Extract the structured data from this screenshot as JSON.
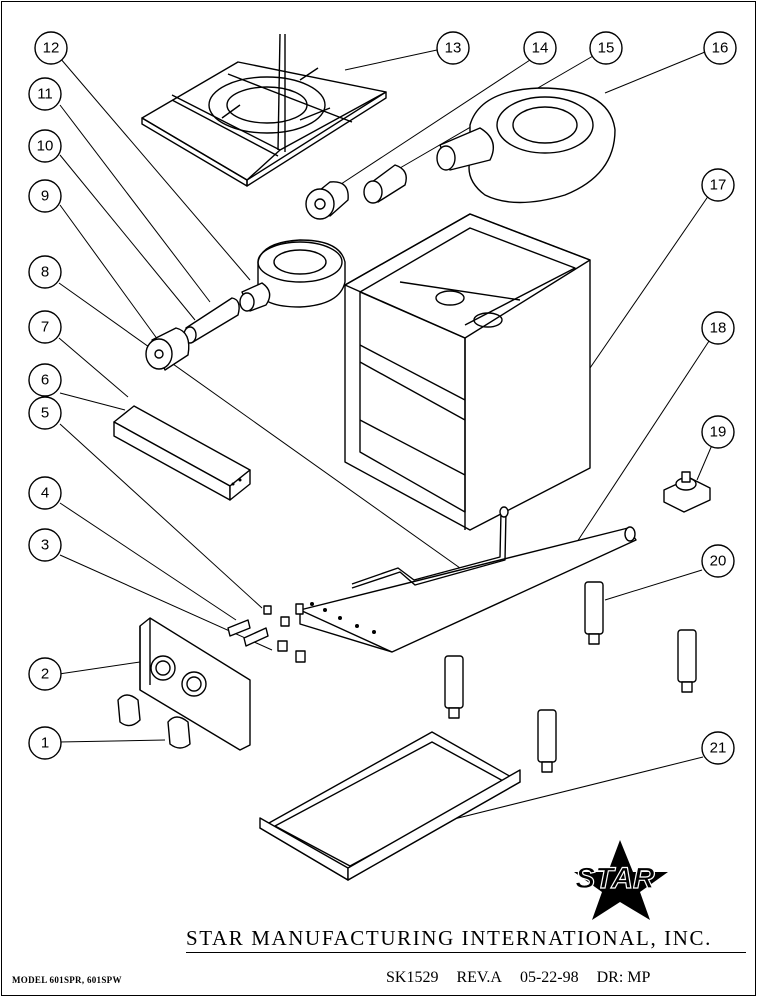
{
  "title_block": {
    "company": "STAR MANUFACTURING INTERNATIONAL, INC.",
    "model": "MODEL 601SPR, 601SPW",
    "drawing_number": "SK1529",
    "revision": "REV.A",
    "date": "05-22-98",
    "drawn_by": "DR: MP"
  },
  "logo": {
    "text": "STAR"
  },
  "callouts": [
    "1",
    "2",
    "3",
    "4",
    "5",
    "6",
    "7",
    "8",
    "9",
    "10",
    "11",
    "12",
    "13",
    "14",
    "15",
    "16",
    "17",
    "18",
    "19",
    "20",
    "21"
  ]
}
